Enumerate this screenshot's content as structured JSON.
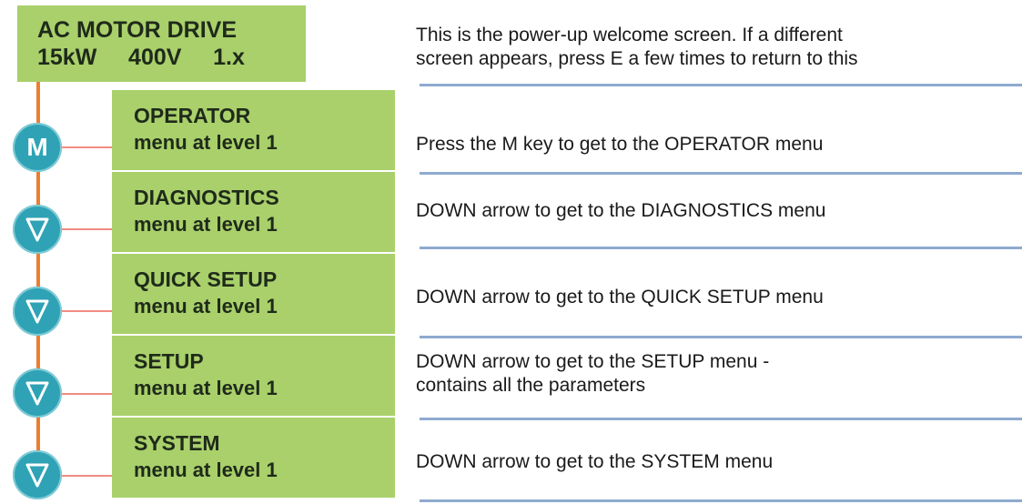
{
  "welcome": {
    "line1": "AC MOTOR DRIVE",
    "line2": "15kW     400V     1.x",
    "description_line1": "This is the power-up welcome screen. If a different",
    "description_line2": "screen appears, press E a few times to return to this"
  },
  "steps": [
    {
      "key": "M",
      "key_icon": "m-key-icon",
      "title": "OPERATOR",
      "subtitle": "menu at level 1",
      "description_line1": "Press the M key to get to the OPERATOR menu",
      "description_line2": ""
    },
    {
      "key": "",
      "key_icon": "down-arrow-key-icon",
      "title": "DIAGNOSTICS",
      "subtitle": "menu at level 1",
      "description_line1": "DOWN arrow to get to the DIAGNOSTICS menu",
      "description_line2": ""
    },
    {
      "key": "",
      "key_icon": "down-arrow-key-icon",
      "title": "QUICK SETUP",
      "subtitle": "menu at level 1",
      "description_line1": "DOWN arrow to get to the QUICK SETUP menu",
      "description_line2": ""
    },
    {
      "key": "",
      "key_icon": "down-arrow-key-icon",
      "title": "SETUP",
      "subtitle": "menu at level 1",
      "description_line1": "DOWN arrow to get to the SETUP menu -",
      "description_line2": "contains all the parameters"
    },
    {
      "key": "",
      "key_icon": "down-arrow-key-icon",
      "title": "SYSTEM",
      "subtitle": "menu at level 1",
      "description_line1": "DOWN arrow to get to the SYSTEM menu",
      "description_line2": ""
    }
  ],
  "colors": {
    "lcd_background": "#a9d06b",
    "key_fill": "#2fa3b5",
    "connector_vertical": "#ed7d31",
    "connector_horizontal": "#f28b82",
    "separator": "#8eaacf"
  }
}
